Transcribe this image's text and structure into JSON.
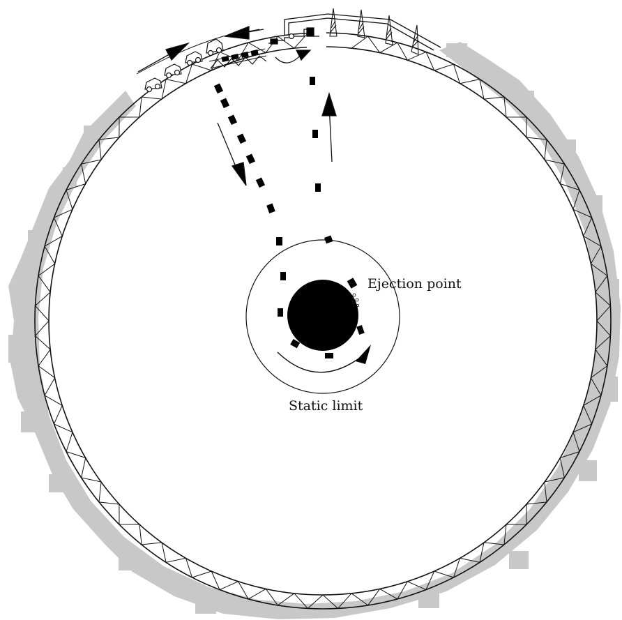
{
  "labels": {
    "ejection_point": "Ejection point",
    "static_limit": "Static limit"
  },
  "colors": {
    "ground": "#c8c8c8",
    "line": "#111111",
    "fill": "#000000",
    "background": "#ffffff"
  },
  "elements": {
    "outer_ring": "truss-ring",
    "inner_orbit": "static-limit-circle",
    "core": "central-mass",
    "vehicles": "cart-icon",
    "towers": "tower-icon",
    "arrows": "direction-arrow"
  }
}
